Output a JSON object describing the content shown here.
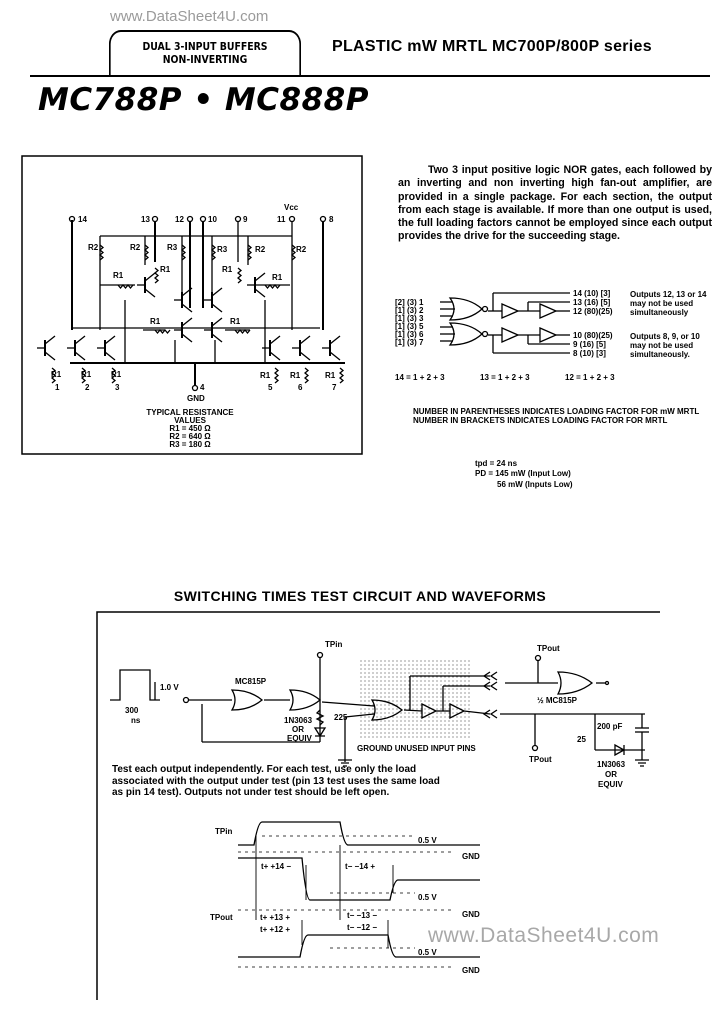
{
  "header": {
    "tab_line1": "DUAL 3-INPUT BUFFERS",
    "tab_line2": "NON-INVERTING",
    "series": "PLASTIC mW MRTL MC700P/800P series",
    "title": "MC788P • MC888P",
    "watermark_top": "www.DataSheet4U.com"
  },
  "schematic": {
    "pins_top": [
      "14",
      "13",
      "12",
      "10",
      "9",
      "11",
      "8"
    ],
    "vcc": "Vcc",
    "pins_bottom": [
      "1",
      "2",
      "3",
      "5",
      "6",
      "7"
    ],
    "gnd_pin": "4",
    "gnd": "GND",
    "resistor_labels": {
      "r1": "R1",
      "r2": "R2",
      "r3": "R3"
    },
    "values_title1": "TYPICAL RESISTANCE",
    "values_title2": "VALUES",
    "values": [
      "R1 = 450 Ω",
      "R2 = 640 Ω",
      "R3 = 180 Ω"
    ]
  },
  "description": "Two 3 input positive logic NOR gates, each followed by an inverting and non inverting high fan-out amplifier, are provided in a single package. For each section, the output from each stage is available. If more than one output is used, the full loading factors cannot be employed since each output provides the drive for the succeeding stage.",
  "logic": {
    "inputs": [
      "[2]  (3)  1",
      "[1]  (3)  2",
      "[1]  (3)  3",
      "[1]  (3)  5",
      "[1]  (3)  6",
      "[1]  (3)  7"
    ],
    "outputs": [
      "14 (10) [3]",
      "13 (16) [5]",
      "12 (80)(25)",
      "10 (80)(25)",
      "9 (16) [5]",
      "8 (10) [3]"
    ],
    "note_a": [
      "Outputs 12, 13 or 14",
      "may not be used",
      "simultaneously"
    ],
    "note_b": [
      "Outputs 8, 9, or 10",
      "may not be used",
      "simultaneously."
    ],
    "equations": [
      "14 = 1 + 2 + 3",
      "13 = 1 + 2 + 3",
      "12 = 1 + 2 + 3"
    ],
    "loading_notes": [
      "NUMBER IN PARENTHESES INDICATES LOADING FACTOR FOR mW MRTL",
      "NUMBER IN BRACKETS INDICATES LOADING FACTOR FOR MRTL"
    ],
    "tpd": "tpd = 24 ns",
    "pd1": "PD = 145 mW (Input Low)",
    "pd2": "56 mW (Inputs Low)"
  },
  "section_title": "SWITCHING TIMES TEST CIRCUIT AND WAVEFORMS",
  "test_circuit": {
    "pulse_amp": "1.0 V",
    "pulse_width": "300",
    "pulse_unit": "ns",
    "gate_label": "MC815P",
    "tp_in": "TPin",
    "resistor": "225",
    "diode1": [
      "1N3063",
      "OR",
      "EQUIV"
    ],
    "ground_note": "GROUND UNUSED INPUT PINS",
    "tp_out": "TPout",
    "half_gate": "½ MC815P",
    "cap": "200 pF",
    "load_r": "25",
    "diode2": [
      "1N3063",
      "OR",
      "EQUIV"
    ]
  },
  "test_note": "Test each output independently. For each test, use only the load associated with the output under test (pin 13 test uses the same load as pin 14 test). Outputs not under test should be left open.",
  "waveforms": {
    "tp_in": "TPin",
    "tp_out": "TPout",
    "level": "0.5 V",
    "gnd": "GND",
    "t1": "t+ +14 −",
    "t2": "t− −14 +",
    "t3": "t+ +13 +",
    "t4": "t+ +12 +",
    "t5": "t− −13 −",
    "t6": "t− −12 −"
  },
  "watermark_bottom": "www.DataSheet4U.com"
}
